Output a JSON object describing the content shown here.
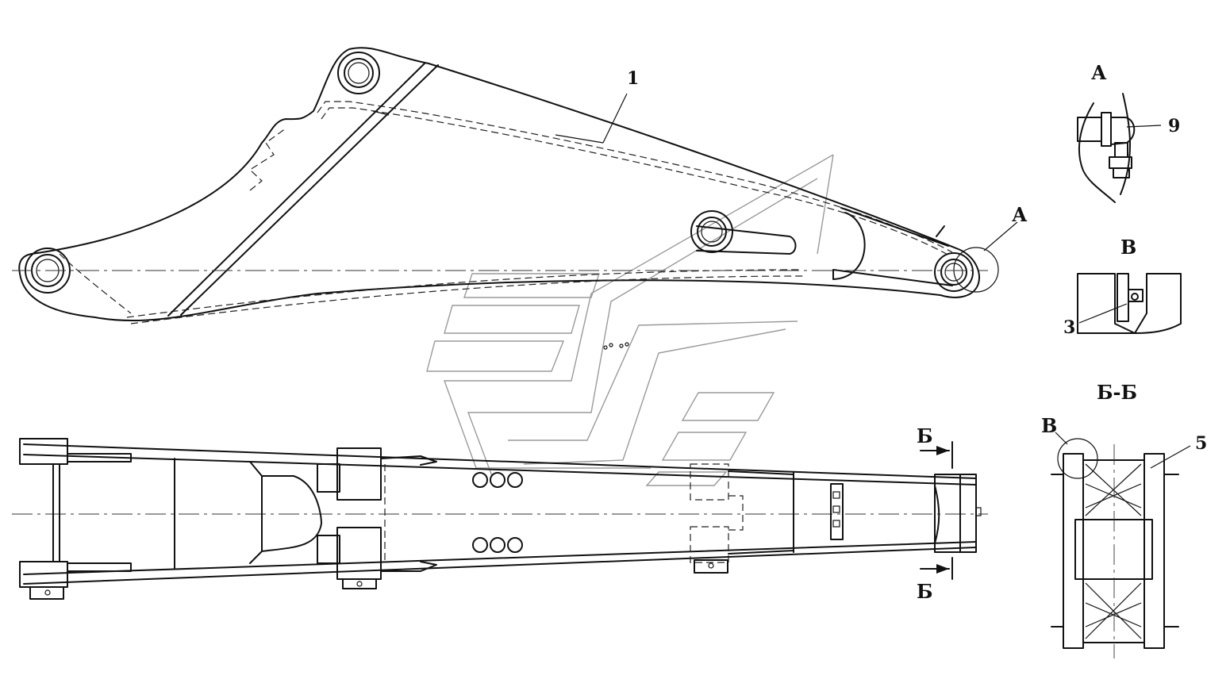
{
  "labels": {
    "part_1": "1",
    "view_a_callout": "А",
    "view_a_title": "А",
    "part_9": "9",
    "view_v_title": "В",
    "part_3": "3",
    "section_bb_title": "Б-Б",
    "view_v_callout": "В",
    "part_5": "5",
    "section_mark_top": "Б",
    "section_mark_bottom": "Б"
  },
  "colors": {
    "line": "#111111",
    "watermark": "#9a9a9a",
    "background": "#ffffff"
  }
}
